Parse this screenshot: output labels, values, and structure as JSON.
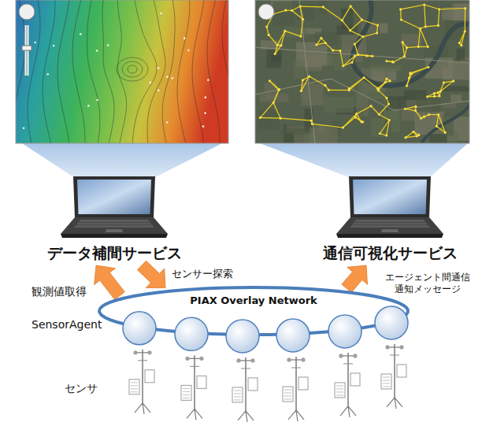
{
  "diagram": {
    "nodes": [
      {
        "text": [
          "データ補間サービス"
        ]
      },
      {
        "text": [
          "通信可視化サービス"
        ]
      },
      {
        "text": [
          "PIAX Overlay Network"
        ]
      }
    ],
    "edges": [
      {
        "from": 2,
        "to": 0,
        "arrow": "to",
        "label": "観測値取得"
      },
      {
        "from": 0,
        "to": 2,
        "arrow": "to",
        "label": "センサー探索"
      },
      {
        "from": 2,
        "to": 1,
        "arrow": "to",
        "label": "エージェント間通信 通知メッセージ"
      }
    ],
    "labels": [
      "SensorAgent",
      "センサ"
    ]
  }
}
